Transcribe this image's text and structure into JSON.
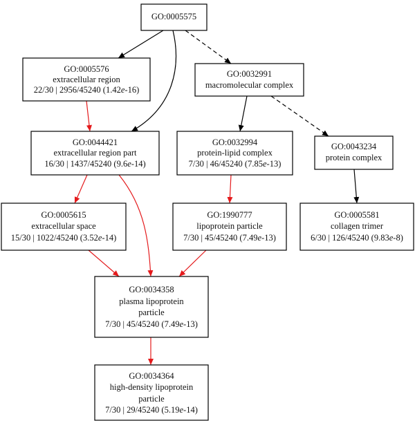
{
  "colors": {
    "black_edge": "#000000",
    "red_edge": "#e41a1c",
    "node_border": "#000000",
    "text": "#111111",
    "background": "#ffffff"
  },
  "nodes": [
    {
      "id": "GO:0005575",
      "lines": [
        "GO:0005575"
      ]
    },
    {
      "id": "GO:0005576",
      "lines": [
        "GO:0005576",
        "extracellular region",
        "22/30 | 2956/45240 (1.42e-16)"
      ]
    },
    {
      "id": "GO:0032991",
      "lines": [
        "GO:0032991",
        "macromolecular complex"
      ]
    },
    {
      "id": "GO:0044421",
      "lines": [
        "GO:0044421",
        "extracellular region part",
        "16/30 | 1437/45240 (9.6e-14)"
      ]
    },
    {
      "id": "GO:0032994",
      "lines": [
        "GO:0032994",
        "protein-lipid complex",
        "7/30 | 46/45240 (7.85e-13)"
      ]
    },
    {
      "id": "GO:0043234",
      "lines": [
        "GO:0043234",
        "protein complex"
      ]
    },
    {
      "id": "GO:0005615",
      "lines": [
        "GO:0005615",
        "extracellular space",
        "15/30 | 1022/45240 (3.52e-14)"
      ]
    },
    {
      "id": "GO:1990777",
      "lines": [
        "GO:1990777",
        "lipoprotein particle",
        "7/30 | 45/45240 (7.49e-13)"
      ]
    },
    {
      "id": "GO:0005581",
      "lines": [
        "GO:0005581",
        "collagen trimer",
        "6/30 | 126/45240 (9.83e-8)"
      ]
    },
    {
      "id": "GO:0034358",
      "lines": [
        "GO:0034358",
        "plasma lipoprotein",
        "particle",
        "7/30 | 45/45240 (7.49e-13)"
      ]
    },
    {
      "id": "GO:0034364",
      "lines": [
        "GO:0034364",
        "high-density lipoprotein",
        "particle",
        "7/30 | 29/45240 (5.19e-14)"
      ]
    }
  ],
  "edges": [
    {
      "from": "GO:0005575",
      "to": "GO:0005576",
      "style": "solid",
      "color": "black"
    },
    {
      "from": "GO:0005575",
      "to": "GO:0044421",
      "style": "solid",
      "color": "black"
    },
    {
      "from": "GO:0005575",
      "to": "GO:0032991",
      "style": "dashed",
      "color": "black"
    },
    {
      "from": "GO:0005576",
      "to": "GO:0044421",
      "style": "solid",
      "color": "red"
    },
    {
      "from": "GO:0032991",
      "to": "GO:0032994",
      "style": "solid",
      "color": "black"
    },
    {
      "from": "GO:0032991",
      "to": "GO:0043234",
      "style": "dashed",
      "color": "black"
    },
    {
      "from": "GO:0044421",
      "to": "GO:0005615",
      "style": "solid",
      "color": "red"
    },
    {
      "from": "GO:0044421",
      "to": "GO:0034358",
      "style": "solid",
      "color": "red"
    },
    {
      "from": "GO:0032994",
      "to": "GO:1990777",
      "style": "solid",
      "color": "red"
    },
    {
      "from": "GO:0043234",
      "to": "GO:0005581",
      "style": "solid",
      "color": "black"
    },
    {
      "from": "GO:0005615",
      "to": "GO:0034358",
      "style": "solid",
      "color": "red"
    },
    {
      "from": "GO:1990777",
      "to": "GO:0034358",
      "style": "solid",
      "color": "red"
    },
    {
      "from": "GO:0034358",
      "to": "GO:0034364",
      "style": "solid",
      "color": "red"
    }
  ]
}
